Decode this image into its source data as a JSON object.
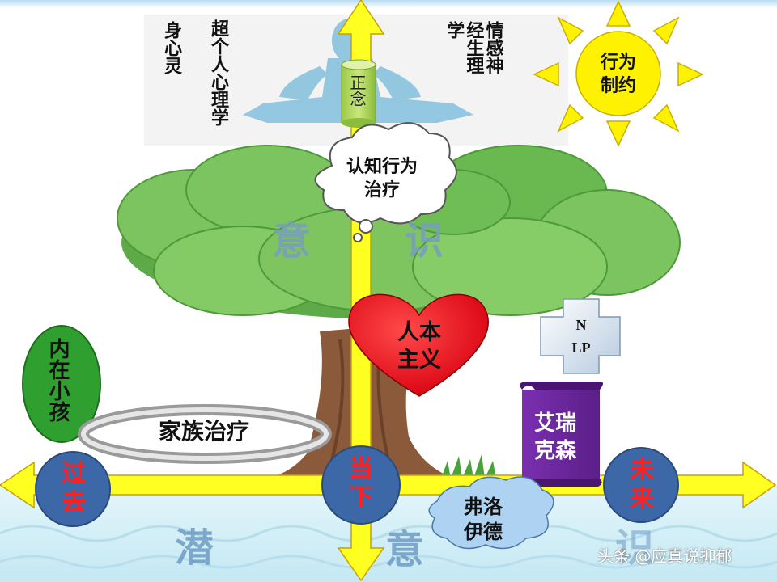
{
  "top_labels": {
    "body_mind_spirit": "身心灵",
    "transpersonal": "超个人心理学",
    "neuro": "情感神经生理学",
    "mindfulness": "正念",
    "behavior": "行为制约"
  },
  "thought_bubble": "认知行为治疗",
  "consciousness": [
    "意",
    "识"
  ],
  "unconscious": [
    "潜",
    "意",
    "识"
  ],
  "humanism": "人本主义",
  "nlp": [
    "N",
    "LP"
  ],
  "erikson": "艾瑞克森",
  "inner_child": "内在小孩",
  "family_therapy": "家族治疗",
  "freud": "弗洛伊德",
  "timeline": {
    "past": "过去",
    "present": "当下",
    "future": "未来"
  },
  "watermark": "头条 @应真说抑郁",
  "colors": {
    "arrow": "#ffff22",
    "arrow_stroke": "#c8a000",
    "circle": "#3d68a8",
    "red_text": "#ff2020",
    "tree_green": "#6cb554",
    "trunk": "#8a5a3a",
    "heart": "#e8101a",
    "purple": "#6a2a9a",
    "water": "#cfeef6",
    "sun": "#fff200"
  },
  "icons": [
    "sun-icon",
    "heart-shape",
    "cross-shape",
    "scroll-shape",
    "cloud-shape",
    "meditating-figure-icon"
  ]
}
